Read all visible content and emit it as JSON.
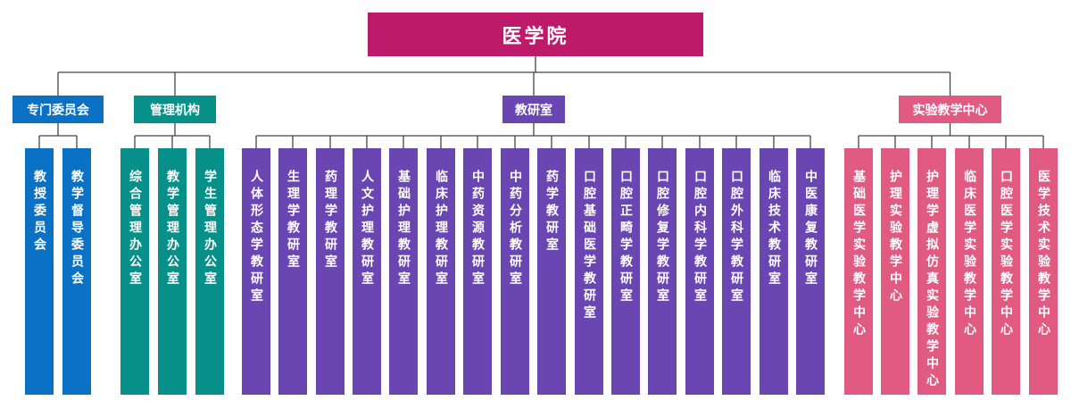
{
  "root": {
    "label": "医学院",
    "color": "#bd1a6c"
  },
  "groups": [
    {
      "label": "专门委员会",
      "color": "#0a71c4",
      "children": [
        "教授委员会",
        "教学督导委员会"
      ]
    },
    {
      "label": "管理机构",
      "color": "#07908a",
      "children": [
        "综合管理办公室",
        "教学管理办公室",
        "学生管理办公室"
      ]
    },
    {
      "label": "教研室",
      "color": "#6a46b2",
      "children": [
        "人体形态学教研室",
        "生理学教研室",
        "药理学教研室",
        "人文护理教研室",
        "基础护理教研室",
        "临床护理教研室",
        "中药资源教研室",
        "中药分析教研室",
        "药学教研室",
        "口腔基础医学教研室",
        "口腔正畸学教研室",
        "口腔修复学教研室",
        "口腔内科学教研室",
        "口腔外科学教研室",
        "临床技术教研室",
        "中医康复教研室"
      ]
    },
    {
      "label": "实验教学中心",
      "color": "#e05a82",
      "children": [
        "基础医学实验教学中心",
        "护理实验教学中心",
        "护理学虚拟仿真实验教学中心",
        "临床医学实验教学中心",
        "口腔医学实验教学中心",
        "医学技术实验教学中心"
      ]
    }
  ],
  "line_color": "#444444"
}
